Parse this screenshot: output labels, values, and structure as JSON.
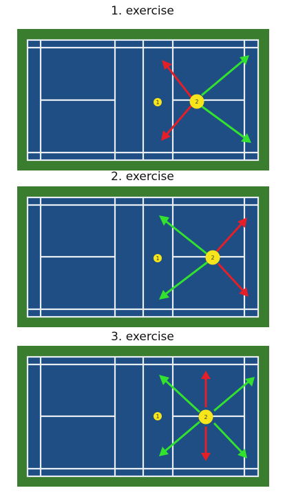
{
  "colors": {
    "surround": "#3b7d2f",
    "court": "#1e4e83",
    "lines": "#e8eef3",
    "player": "#f6e51a",
    "red": "#e41f28",
    "green": "#33e12f"
  },
  "exercises": [
    {
      "title": "1. exercise",
      "players": [
        {
          "label": "1"
        },
        {
          "label": "2"
        }
      ],
      "arrows": [
        {
          "direction": "front-left",
          "color": "red"
        },
        {
          "direction": "back-left",
          "color": "red"
        },
        {
          "direction": "front-right",
          "color": "green"
        },
        {
          "direction": "back-right",
          "color": "green"
        }
      ]
    },
    {
      "title": "2. exercise",
      "players": [
        {
          "label": "1"
        },
        {
          "label": "2"
        }
      ],
      "arrows": [
        {
          "direction": "front-left",
          "color": "green"
        },
        {
          "direction": "back-left",
          "color": "green"
        },
        {
          "direction": "front-right",
          "color": "red"
        },
        {
          "direction": "back-right",
          "color": "red"
        }
      ]
    },
    {
      "title": "3. exercise",
      "players": [
        {
          "label": "1"
        },
        {
          "label": "2"
        }
      ],
      "arrows": [
        {
          "direction": "front-left",
          "color": "green"
        },
        {
          "direction": "back-left",
          "color": "green"
        },
        {
          "direction": "front-right",
          "color": "green"
        },
        {
          "direction": "back-right",
          "color": "green"
        },
        {
          "direction": "up",
          "color": "red"
        },
        {
          "direction": "down",
          "color": "red"
        }
      ]
    }
  ]
}
